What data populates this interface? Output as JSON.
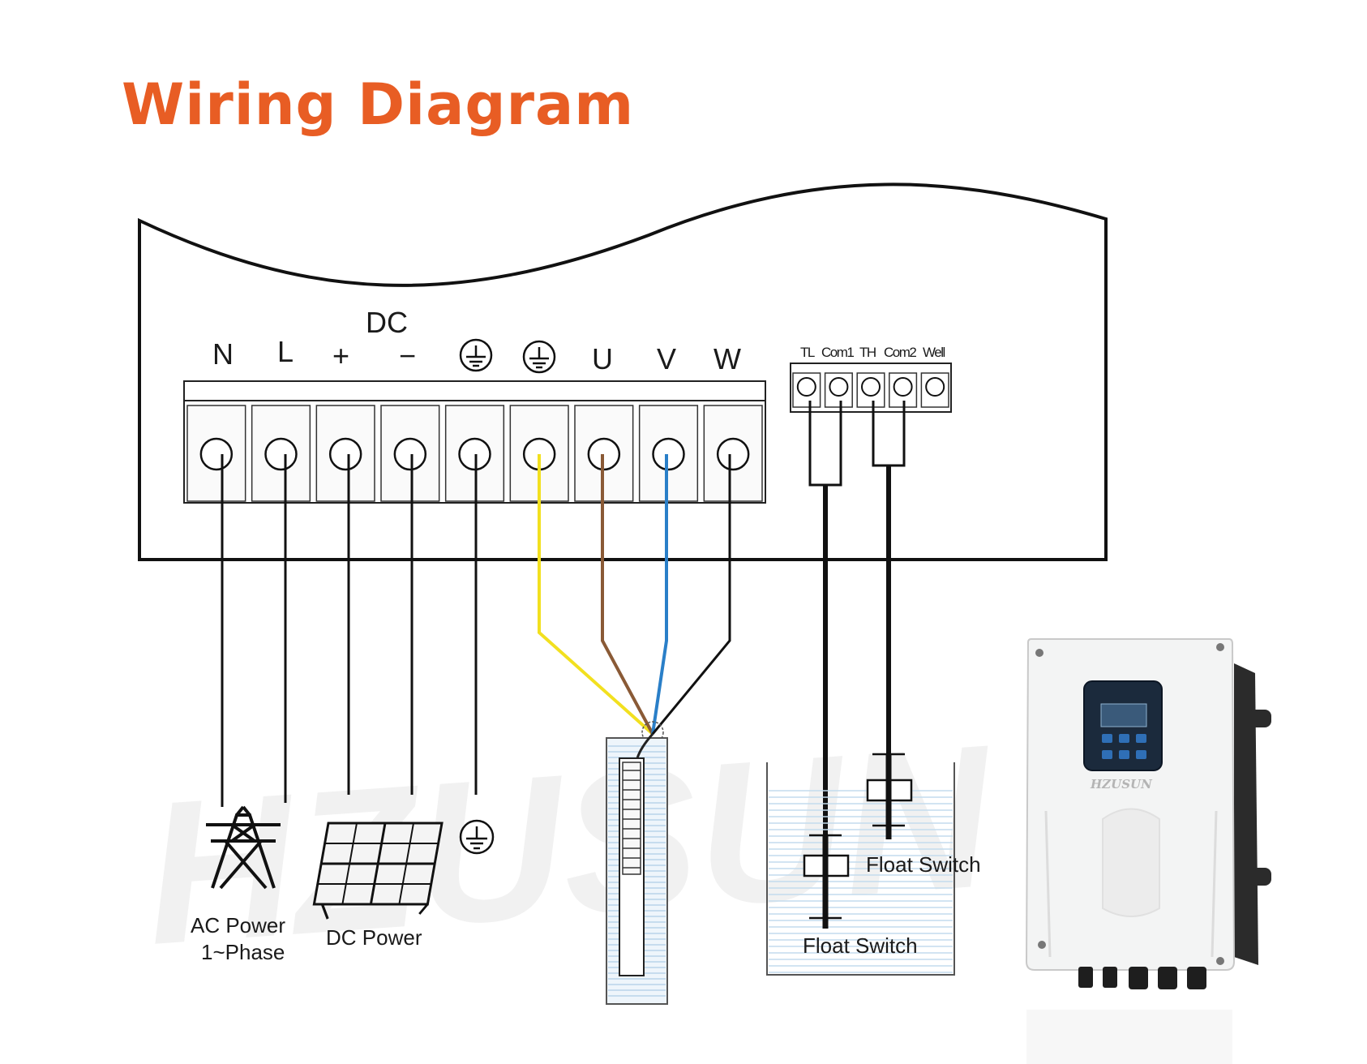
{
  "title": "Wiring Diagram",
  "dc_group_label": "DC",
  "main_terminals": [
    "N",
    "L",
    "+",
    "−",
    "ground",
    "ground",
    "U",
    "V",
    "W"
  ],
  "main_terminal_text": {
    "n": "N",
    "l": "L",
    "plus": "+",
    "minus": "−",
    "u": "U",
    "v": "V",
    "w": "W"
  },
  "aux_terminals": [
    "TL",
    "Com1",
    "TH",
    "Com2",
    "Well"
  ],
  "components": {
    "ac_power_line1": "AC Power",
    "ac_power_line2": "1~Phase",
    "dc_power": "DC Power",
    "float_switch_upper": "Float Switch",
    "float_switch_lower": "Float Switch"
  },
  "product_brand": "HZUSUN",
  "watermark": "HZUSUN",
  "wire_colors": {
    "ground": "#f2e01f",
    "u": "#8a5a36",
    "v": "#2a7fc8",
    "w": "#111111",
    "accent": "#e85d24"
  }
}
